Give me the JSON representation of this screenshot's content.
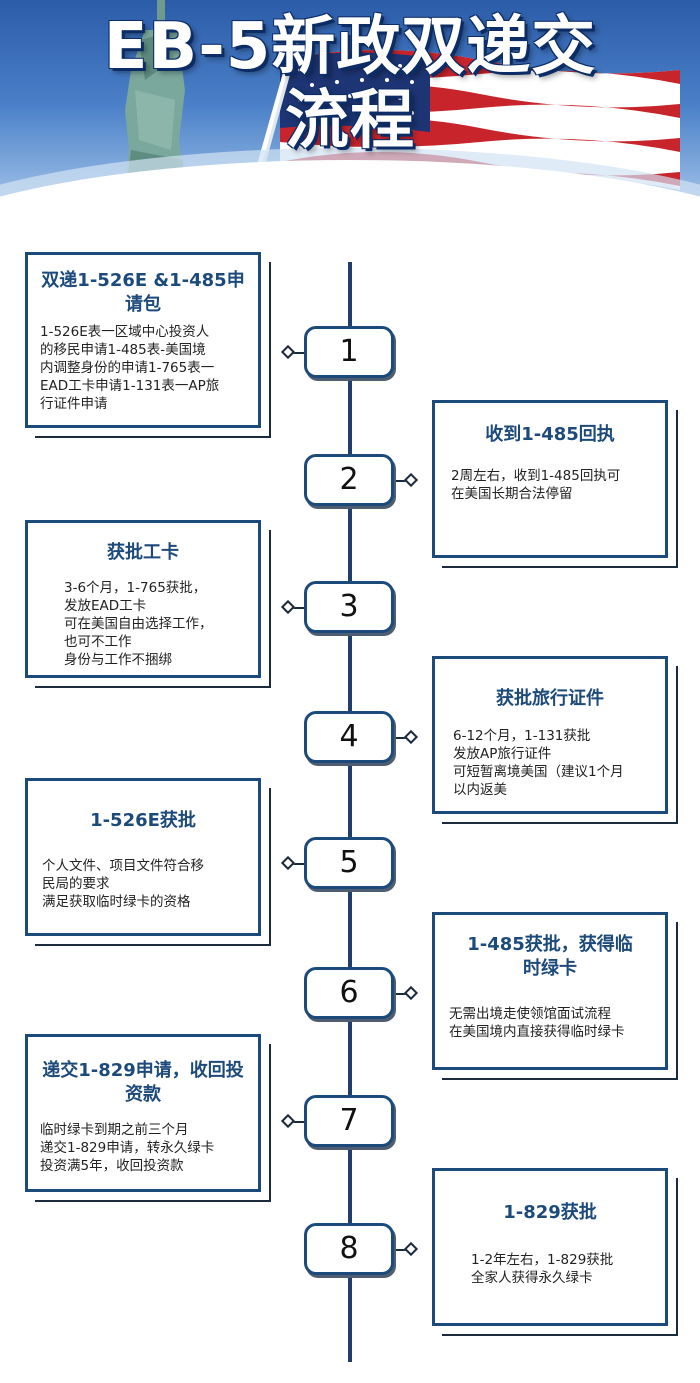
{
  "header": {
    "title_line1": "EB-5新政双递交",
    "title_line2": "流程"
  },
  "steps": [
    {
      "number": "1",
      "title": "双递1-526E &1-485申请包",
      "body": [
        "1-526E表一区域中心投资人",
        "的移民申请1-485表-美国境",
        "内调整身份的申请1-765表一",
        "EAD工卡申请1-131表一AP旅",
        "行证件申请"
      ]
    },
    {
      "number": "2",
      "title": "收到1-485回执",
      "body": [
        "2周左右，收到1-485回执可",
        "在美国长期合法停留"
      ]
    },
    {
      "number": "3",
      "title": "获批工卡",
      "body": [
        "3-6个月，1-765获批，",
        "发放EAD工卡",
        "可在美国自由选择工作，",
        "也可不工作",
        "身份与工作不捆绑"
      ]
    },
    {
      "number": "4",
      "title": "获批旅行证件",
      "body": [
        "6-12个月，1-131获批",
        "发放AP旅行证件",
        "可短暂离境美国（建议1个月",
        "以内返美"
      ]
    },
    {
      "number": "5",
      "title": "1-526E获批",
      "body": [
        "个人文件、项目文件符合移",
        "民局的要求",
        "满足获取临时绿卡的资格"
      ]
    },
    {
      "number": "6",
      "title": "1-485获批，获得临时绿卡",
      "body": [
        "无需出境走使领馆面试流程",
        "在美国境内直接获得临时绿卡"
      ]
    },
    {
      "number": "7",
      "title": "递交1-829申请，收回投资款",
      "body": [
        "临时绿卡到期之前三个月",
        "递交1-829申请，转永久绿卡",
        "投资满5年，收回投资款"
      ]
    },
    {
      "number": "8",
      "title": "1-829获批",
      "body": [
        "1-2年左右，1-829获批",
        "全家人获得永久绿卡"
      ]
    }
  ]
}
